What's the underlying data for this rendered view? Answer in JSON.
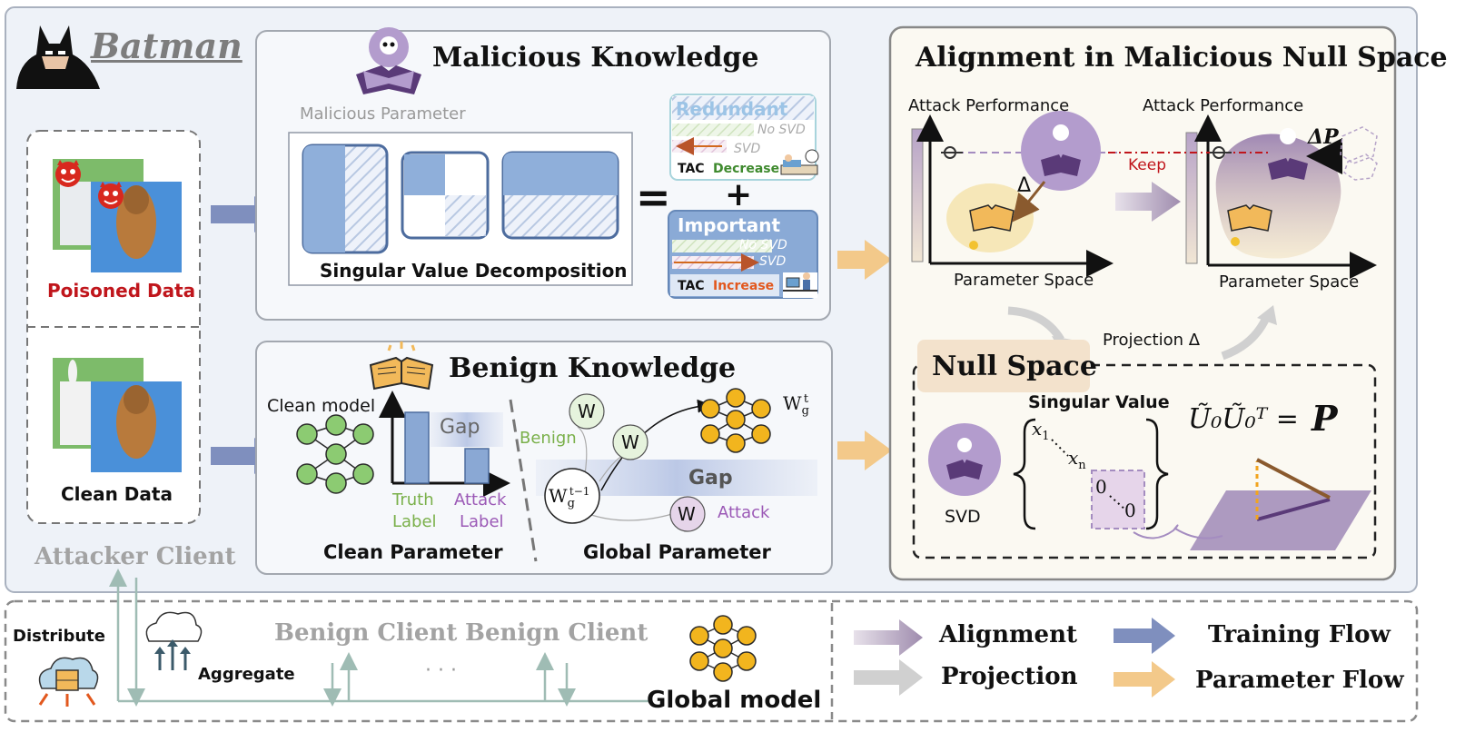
{
  "title": "Batman",
  "attacker": {
    "poisoned_label": "Poisoned Data",
    "clean_label": "Clean Data",
    "client_label": "Attacker Client"
  },
  "malicious": {
    "title": "Malicious Knowledge",
    "param_label": "Malicious Parameter",
    "svd_label": "Singular Value Decomposition",
    "equals": "=",
    "plus": "+",
    "redundant": {
      "title": "Redundant",
      "nosvd": "No SVD",
      "svd": "SVD",
      "tac": "TAC",
      "trend": "Decrease"
    },
    "important": {
      "title": "Important",
      "nosvd": "No SVD",
      "svd": "SVD",
      "tac": "TAC",
      "trend": "Increase"
    }
  },
  "benign": {
    "title": "Benign Knowledge",
    "clean_model": "Clean model",
    "gap": "Gap",
    "truth_label_1": "Truth",
    "truth_label_2": "Label",
    "attack_label_1": "Attack",
    "attack_label_2": "Label",
    "clean_param": "Clean Parameter",
    "benign_word": "Benign",
    "w": "W",
    "wg_t": "W",
    "wg_t_sub": "g",
    "wg_t_sup": "t",
    "wg_prev": "W",
    "wg_prev_sub": "g",
    "wg_prev_sup": "t−1",
    "gap2": "Gap",
    "attack_word": "Attack",
    "global_param": "Global Parameter"
  },
  "alignment": {
    "title": "Alignment in Malicious Null Space",
    "attack_perf_1": "Attack Performance",
    "attack_perf_2": "Attack Performance",
    "param_space_1": "Parameter Space",
    "param_space_2": "Parameter Space",
    "delta": "Δ",
    "delta_p": "ΔP",
    "keep": "Keep",
    "projection": "Projection Δ",
    "null_space": "Null Space",
    "singular_value": "Singular Value",
    "x1": "x",
    "x1_sub": "1",
    "xn": "x",
    "xn_sub": "n",
    "zero": "0",
    "svd": "SVD",
    "formula_lhs": "Ũ₀Ũ₀ᵀ =",
    "formula_rhs": "P"
  },
  "bottom": {
    "distribute": "Distribute",
    "aggregate": "Aggregate",
    "benign_client_1": "Benign Client",
    "benign_client_2": "Benign Client",
    "ellipsis": "· · ·",
    "global_model": "Global model"
  },
  "legend": {
    "alignment": "Alignment",
    "projection": "Projection",
    "training_flow": "Training Flow",
    "parameter_flow": "Parameter Flow"
  },
  "colors": {
    "panel_bg": "#eef2f8",
    "training_arrow": "#7f8fbe",
    "param_arrow": "#f3c98a",
    "alignment_arrow": "#a897b3",
    "projection_arrow": "#c9c9c9",
    "purple": "#b39ccd",
    "red_text": "#c0161c",
    "green_text": "#7ab04a",
    "attack_purple": "#9b59b6",
    "bar_blue": "#8aa8d4"
  }
}
